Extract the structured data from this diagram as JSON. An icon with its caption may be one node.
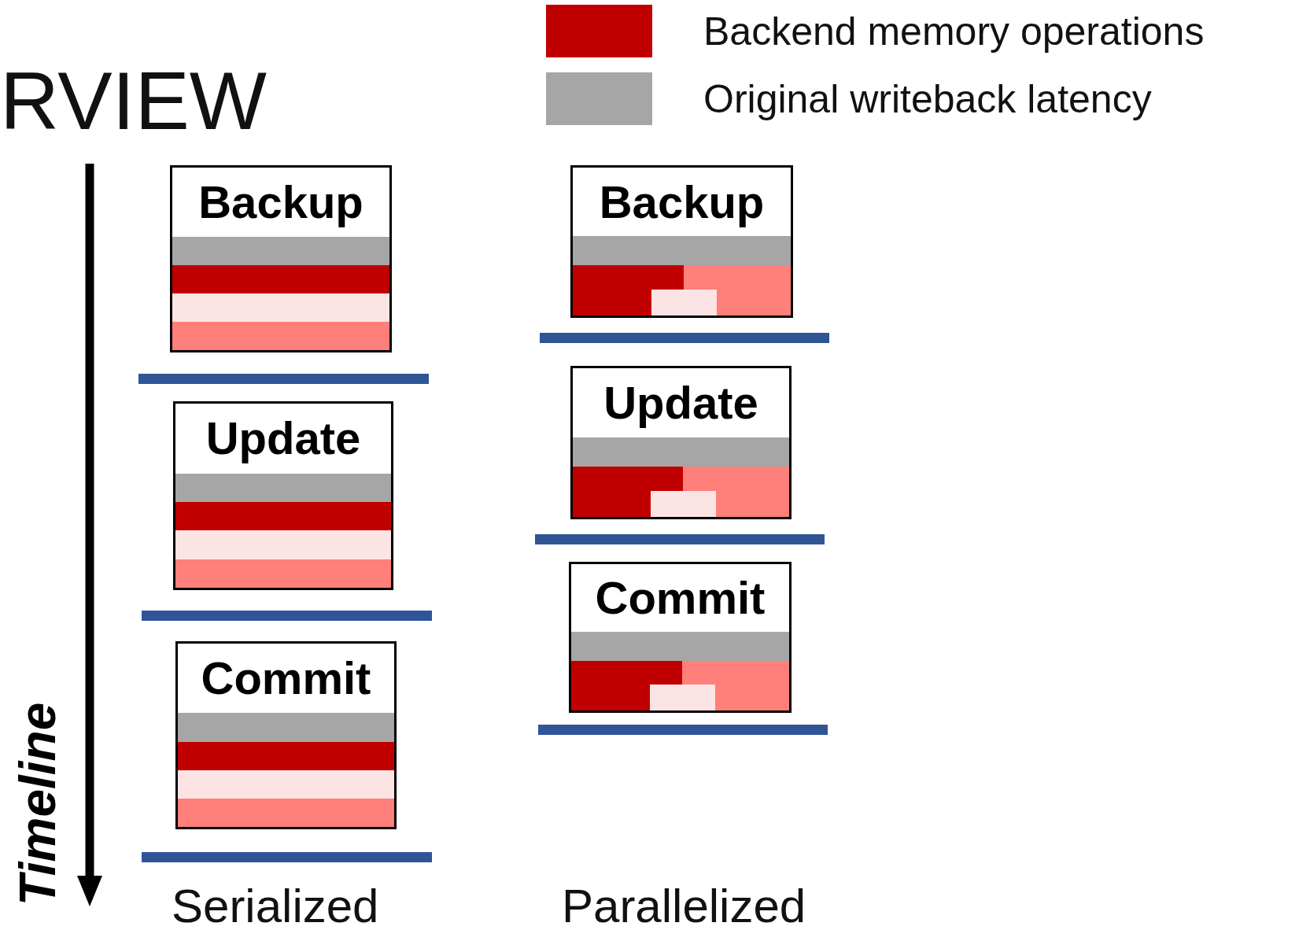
{
  "diagram": {
    "title": "RVIEW",
    "nodes": [
      {
        "text": [
          "Backup"
        ]
      },
      {
        "text": [
          "Update"
        ]
      },
      {
        "text": [
          "Commit"
        ]
      },
      {
        "text": [
          "Backup"
        ]
      },
      {
        "text": [
          "Update"
        ]
      },
      {
        "text": [
          "Commit"
        ]
      }
    ],
    "labels": [
      "Timeline",
      "Serialized",
      "Parallelized"
    ],
    "legend": [
      {
        "text": "Backend memory operations",
        "color": "#c00000"
      },
      {
        "text": "Original writeback latency",
        "color": "#a6a6a6"
      }
    ]
  }
}
